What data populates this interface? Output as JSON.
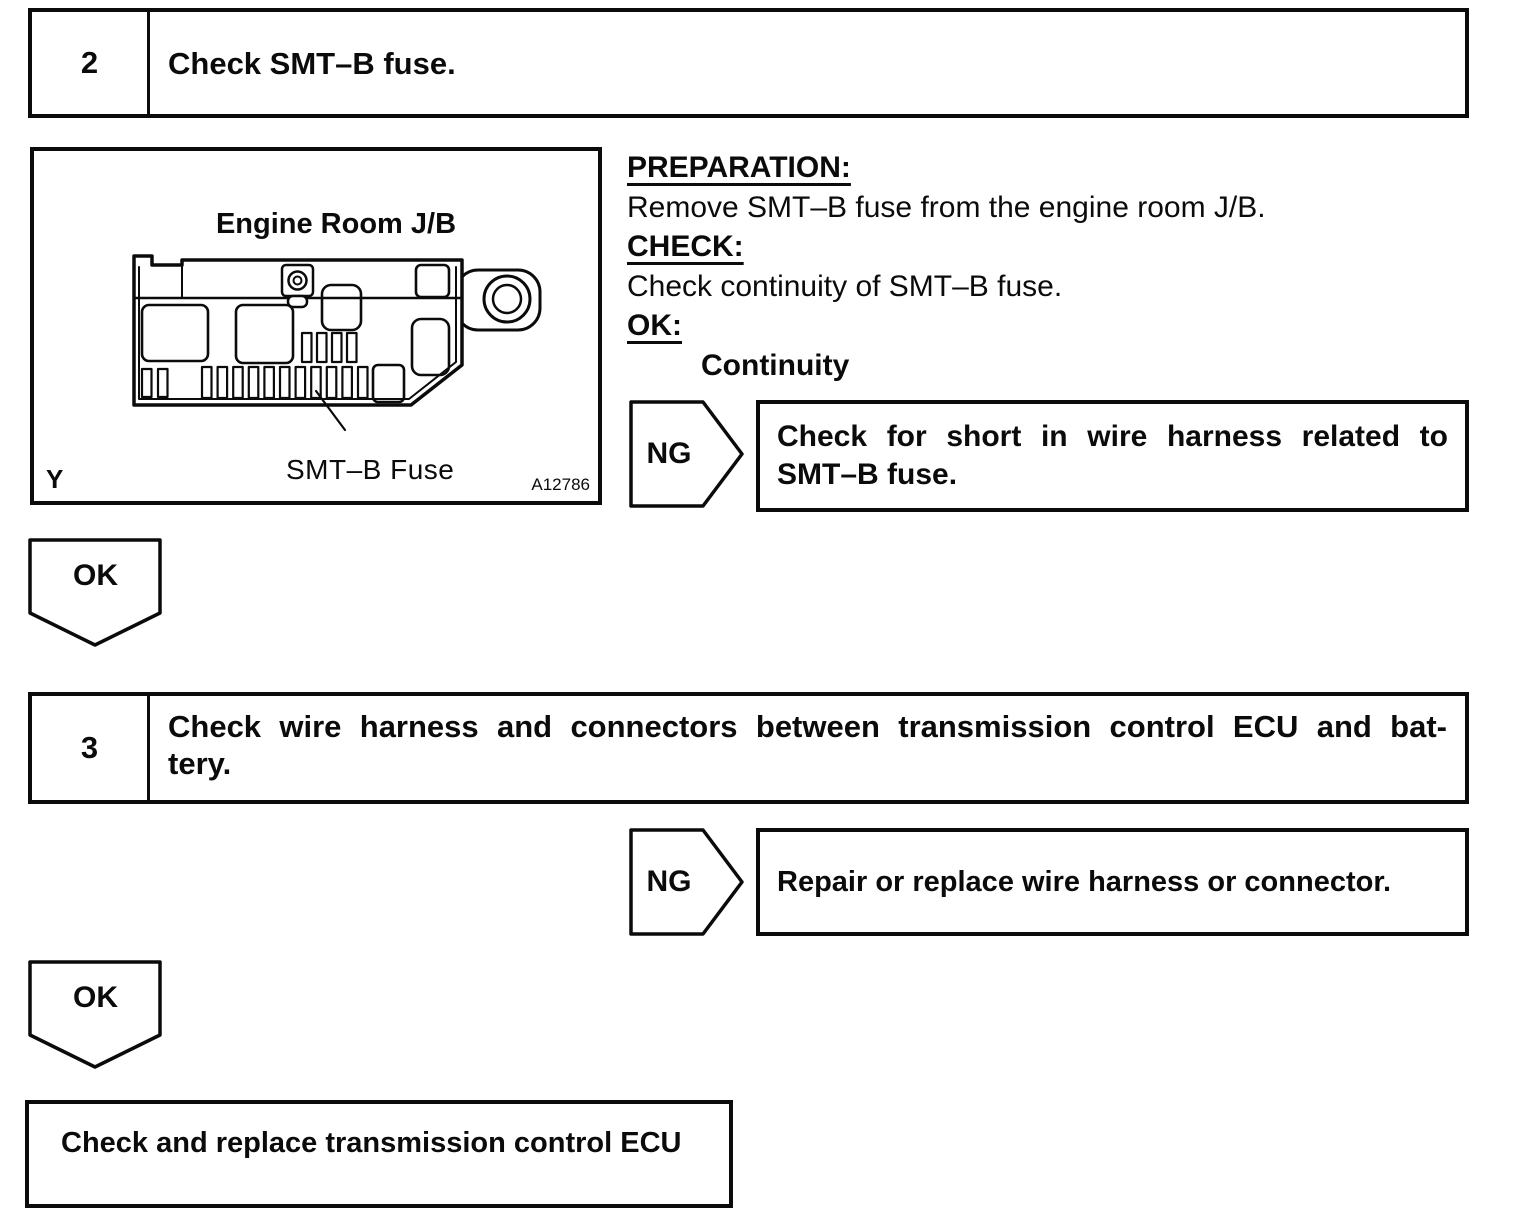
{
  "document": {
    "background": "#ffffff",
    "ink": "#0b0b0b"
  },
  "step2": {
    "number": "2",
    "title": "Check SMT–B fuse."
  },
  "figure": {
    "title": "Engine Room J/B",
    "callout_label": "SMT–B Fuse",
    "corner_letter": "Y",
    "figure_id": "A12786"
  },
  "instructions": {
    "preparation_heading": "PREPARATION:",
    "preparation_text": "Remove SMT–B fuse from the engine room J/B.",
    "check_heading": "CHECK:",
    "check_text": "Check continuity of SMT–B fuse.",
    "ok_heading": "OK:",
    "ok_result": "Continuity"
  },
  "ng1": {
    "label": "NG",
    "action_line1": "Check for short in wire harness related to",
    "action_line2": "SMT–B fuse."
  },
  "ok1": {
    "label": "OK"
  },
  "step3": {
    "number": "3",
    "title_line1": "Check wire harness and connectors between transmission control ECU and bat-",
    "title_line2": "tery."
  },
  "ng2": {
    "label": "NG",
    "action": "Repair or replace wire harness or connector."
  },
  "ok2": {
    "label": "OK"
  },
  "final_step": {
    "action": "Check and replace transmission control ECU"
  }
}
